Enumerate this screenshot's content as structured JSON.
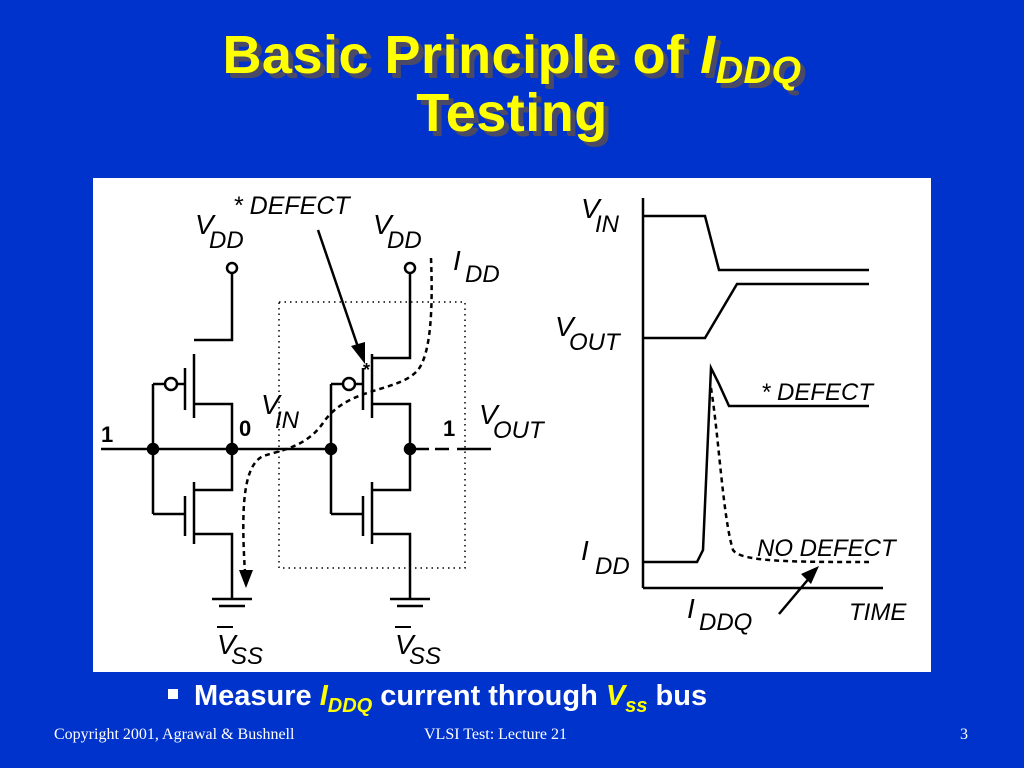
{
  "title": {
    "line1_text": "Basic Principle of ",
    "line1_symbol": "I",
    "line1_subscript": "DDQ",
    "line2": "Testing"
  },
  "figure": {
    "circuit": {
      "defect": "* DEFECT",
      "vdd_left": "V",
      "vdd_left_sub": "DD",
      "vdd_right": "V",
      "vdd_right_sub": "DD",
      "idd": "I",
      "idd_sub": "DD",
      "vin": "V",
      "vin_sub": "IN",
      "vout": "V",
      "vout_sub": "OUT",
      "input_logic": "1",
      "mid_logic": "0",
      "out_logic": "1",
      "vss_left": "V",
      "vss_left_sub": "SS",
      "vss_right": "V",
      "vss_right_sub": "SS"
    },
    "waveform": {
      "vin": "V",
      "vin_sub": "IN",
      "vout": "V",
      "vout_sub": "OUT",
      "defect": "* DEFECT",
      "idd": "I",
      "idd_sub": "DD",
      "no_defect": "NO DEFECT",
      "iddq": "I",
      "iddq_sub": "DDQ",
      "time": "TIME"
    }
  },
  "bullet": {
    "text1": "Measure ",
    "sym1": "I",
    "sub1": "DDQ",
    "text2": " current through ",
    "sym2": "V",
    "sub2": "ss",
    "text3": " bus"
  },
  "footer": {
    "copyright": "Copyright 2001, Agrawal & Bushnell",
    "course": "VLSI Test: Lecture 21",
    "page": "3"
  }
}
